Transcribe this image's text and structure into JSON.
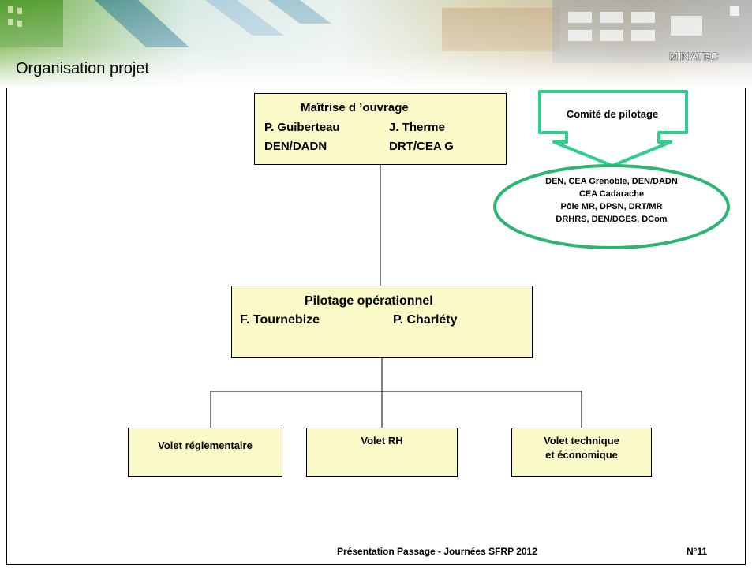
{
  "banner": {
    "logo_text": "MINATEC"
  },
  "slide": {
    "title": "Organisation projet"
  },
  "maitrise": {
    "heading": "Maîtrise d ’ouvrage",
    "person1": "P. Guiberteau",
    "person2": "J. Therme",
    "unit1": "DEN/DADN",
    "unit2": "DRT/CEA G"
  },
  "comite": {
    "label": "Comité de pilotage",
    "members": [
      "DEN, CEA Grenoble, DEN/DADN",
      "CEA Cadarache",
      "Pôle MR, DPSN, DRT/MR",
      "DRHRS, DEN/DGES, DCom"
    ]
  },
  "pilotage": {
    "heading": "Pilotage opérationnel",
    "person1": "F. Tournebize",
    "person2": "P. Charléty"
  },
  "volets": {
    "reglementaire": "Volet réglementaire",
    "rh": "Volet RH",
    "technique_line1": "Volet technique",
    "technique_line2": "et économique"
  },
  "footer": {
    "presentation": "Présentation Passage - Journées SFRP 2012",
    "slide_number": "N°11"
  },
  "colors": {
    "box_fill": "#fafac8",
    "callout_green": "#2ecf8a",
    "ellipse_green": "#2bb673"
  }
}
